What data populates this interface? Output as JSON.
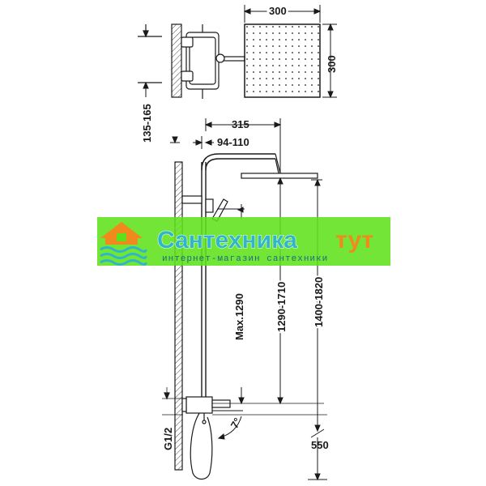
{
  "dimensions": {
    "head_width": "300",
    "head_height": "300",
    "wall_offset": "135-165",
    "arm_length": "315",
    "arm_adjust": "94-110",
    "max_height": "Max.1290",
    "head_range": "1290-1710",
    "overall_range": "1400-1820",
    "thread": "G1/2",
    "angle": "7°",
    "mixer_height": "550"
  },
  "watermark": {
    "title_part1": "Сантехника",
    "title_part2": "тут",
    "subtitle": "интернет-магазин сантехники"
  },
  "colors": {
    "line": "#1a1a1a",
    "watermark_green": "#5ee11a",
    "watermark_cyan": "#2fb7c7",
    "watermark_orange": "#f08a1c"
  }
}
